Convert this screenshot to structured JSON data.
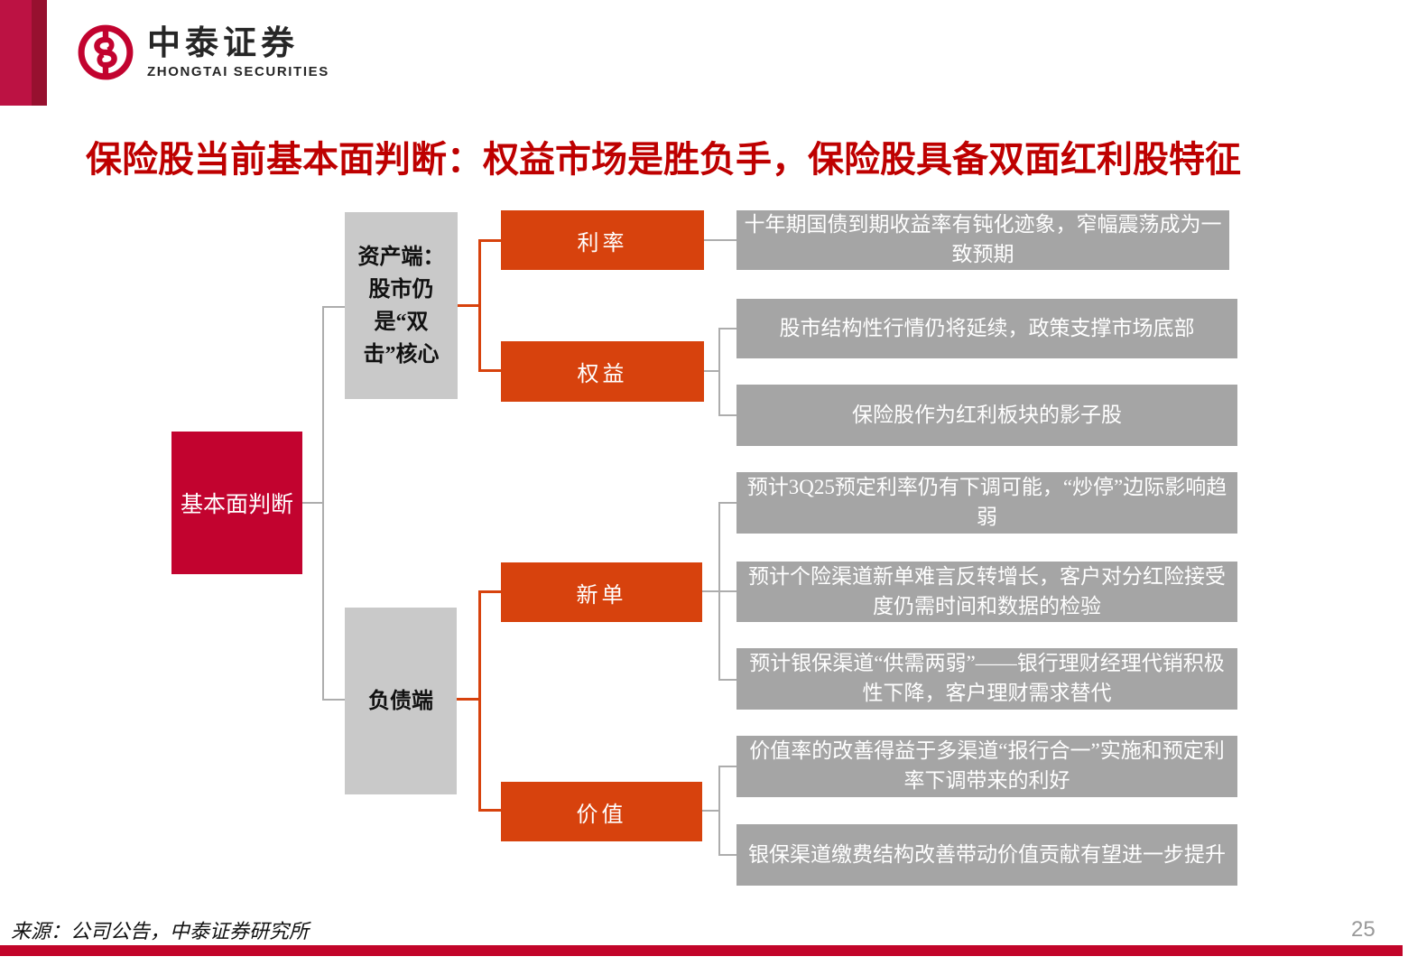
{
  "brand": {
    "name_cn": "中泰证券",
    "name_en": "ZHONGTAI SECURITIES",
    "logo_icon": "zhongtai-swirl-circle-icon"
  },
  "title": "保险股当前基本面判断：权益市场是胜负手，保险股具备双面红利股特征",
  "footer": {
    "source": "来源：公司公告，中泰证券研究所",
    "page_number": "25"
  },
  "colors": {
    "brand_crimson": "#C2032F",
    "corner_bar_light": "#BC1243",
    "corner_bar_dark": "#97102F",
    "bottom_bar": "#C20429",
    "node_orange": "#D7420D",
    "branch_gray": "#C9C9C9",
    "detail_gray": "#A5A5A5",
    "title_red": "#BE0000",
    "connector_gray": "#ADADAD"
  },
  "diagram": {
    "root": {
      "label": "基本面判断"
    },
    "branches": [
      {
        "label": "资产端：股市仍是“双击”核心",
        "children": [
          {
            "label": "利率",
            "details": [
              "十年期国债到期收益率有钝化迹象，窄幅震荡成为一致预期"
            ]
          },
          {
            "label": "权益",
            "details": [
              "股市结构性行情仍将延续，政策支撑市场底部",
              "保险股作为红利板块的影子股"
            ]
          }
        ]
      },
      {
        "label": "负债端",
        "children": [
          {
            "label": "新单",
            "details": [
              "预计3Q25预定利率仍有下调可能，“炒停”边际影响趋弱",
              "预计个险渠道新单难言反转增长，客户对分红险接受度仍需时间和数据的检验",
              "预计银保渠道“供需两弱”——银行理财经理代销积极性下降，客户理财需求替代"
            ]
          },
          {
            "label": "价值",
            "details": [
              "价值率的改善得益于多渠道“报行合一”实施和预定利率下调带来的利好",
              "银保渠道缴费结构改善带动价值贡献有望进一步提升"
            ]
          }
        ]
      }
    ]
  }
}
